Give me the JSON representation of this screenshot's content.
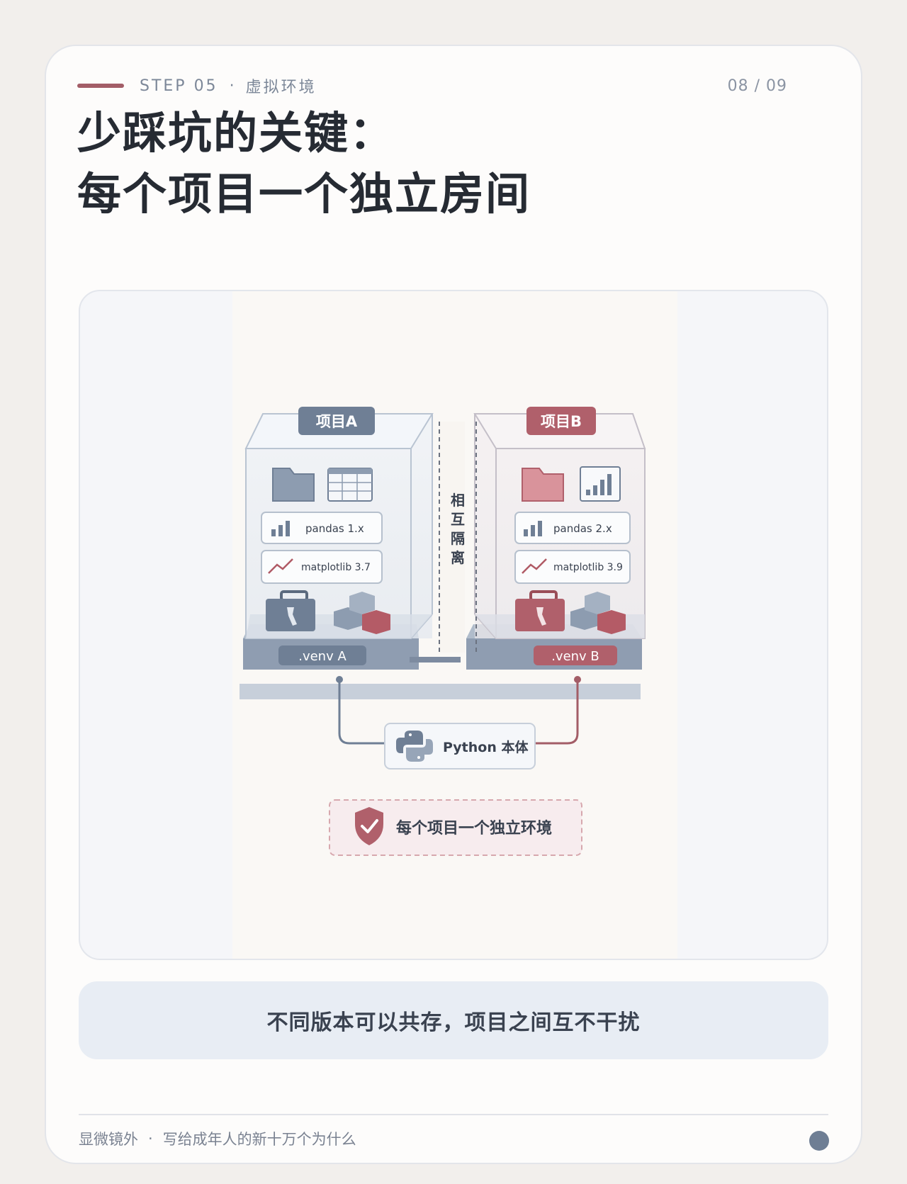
{
  "header": {
    "step": "STEP 05",
    "step_sep": "·",
    "section": "虚拟环境",
    "page": "08 / 09",
    "title_line1": "少踩坑的关键：",
    "title_line2": "每个项目一个独立房间"
  },
  "diagram": {
    "project_a": {
      "label": "项目A",
      "venv": ".venv A",
      "packages": [
        "pandas  1.x",
        "matplotlib 3.7"
      ]
    },
    "project_b": {
      "label": "项目B",
      "venv": ".venv B",
      "packages": [
        "pandas  2.x",
        "matplotlib 3.9"
      ]
    },
    "isolation": [
      "相",
      "互",
      "隔",
      "离"
    ],
    "python": "Python 本体",
    "badge": "每个项目一个独立环境"
  },
  "caption": "不同版本可以共存，项目之间互不干扰",
  "footer": {
    "brand": "显微镜外",
    "sep": "·",
    "tagline": "写给成年人的新十万个为什么"
  },
  "colors": {
    "accent_red": "#a35d67",
    "slate_blue": "#6f7f95",
    "caption_bg": "#e8edf4"
  }
}
